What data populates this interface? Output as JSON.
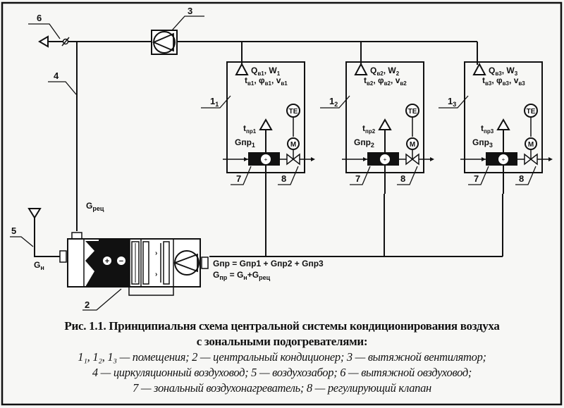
{
  "diagram": {
    "callouts": {
      "n1": "1",
      "n2": "2",
      "n3": "3",
      "n4": "4",
      "n5": "5",
      "n6": "6",
      "n7": "7",
      "n8": "8",
      "sub1": "1",
      "sub2": "2",
      "sub3": "3"
    },
    "rooms": [
      {
        "id": "1",
        "Q": "Q",
        "Qsub": "в1",
        "W": "W",
        "Wsub": "1",
        "t": "t",
        "tsub": "в1",
        "phi": "φ",
        "phisub": "в1",
        "v": "v",
        "vsub": "в1",
        "tpr": "t",
        "tprsub": "пр1",
        "G": "Gпр",
        "Gsub": "1",
        "sensor": "TE",
        "motor": "M"
      },
      {
        "id": "2",
        "Q": "Q",
        "Qsub": "в2",
        "W": "W",
        "Wsub": "2",
        "t": "t",
        "tsub": "в2",
        "phi": "φ",
        "phisub": "в2",
        "v": "v",
        "vsub": "в2",
        "tpr": "t",
        "tprsub": "пр2",
        "G": "Gпр",
        "Gsub": "2",
        "sensor": "TE",
        "motor": "M"
      },
      {
        "id": "3",
        "Q": "Q",
        "Qsub": "в3",
        "W": "W",
        "Wsub": "3",
        "t": "t",
        "tsub": "в3",
        "phi": "φ",
        "phisub": "в3",
        "v": "v",
        "vsub": "в3",
        "tpr": "t",
        "tprsub": "пр3",
        "G": "Gпр",
        "Gsub": "3",
        "sensor": "TE",
        "motor": "M"
      }
    ],
    "labels": {
      "g_rec": "G",
      "g_rec_sub": "рец",
      "g_n": "G",
      "g_n_sub": "н",
      "plus": "+",
      "minus": "−"
    },
    "formulas": {
      "f1": "Gпр = Gпр1 + Gпр2 + Gпр3",
      "f2_a": "G",
      "f2_a_sub": "пр",
      "f2_eq": " = G",
      "f2_b_sub": "н",
      "f2_plus": "+G",
      "f2_c_sub": "рец"
    }
  },
  "caption": {
    "title_line1": "Рис. 1.1. Принципиальня схема центральной системы кондиционирования воздуха",
    "title_line2": "с зональными подогревателями:",
    "legend_line1": "1₁, 1₂, 1₃ — помещения; 2 — центральный кондиционер; 3 — вытяжной вентилятор;",
    "legend_line2": "4 — циркуляционный воздуховод; 5 — воздухозабор; 6 — вытяжной овздуховод;",
    "legend_line3": "7 — зональный воздухонагреватель; 8 — регулирующий клапан"
  }
}
